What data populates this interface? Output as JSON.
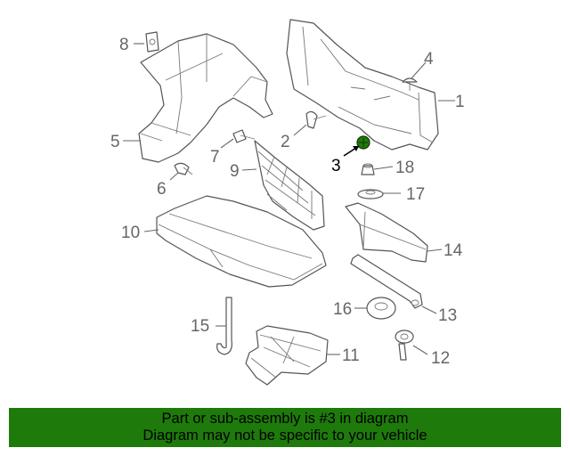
{
  "diagram": {
    "callouts": {
      "c1": "1",
      "c2": "2",
      "c3": "3",
      "c4": "4",
      "c5": "5",
      "c6": "6",
      "c7": "7",
      "c8": "8",
      "c9": "9",
      "c10": "10",
      "c11": "11",
      "c12": "12",
      "c13": "13",
      "c14": "14",
      "c15": "15",
      "c16": "16",
      "c17": "17",
      "c18": "18"
    },
    "highlight_color": "#1f7a0c"
  },
  "banner": {
    "line1": "Part or sub-assembly is #3 in diagram",
    "line2": "Diagram may not be specific to your vehicle",
    "background": "#1f7a0c"
  }
}
